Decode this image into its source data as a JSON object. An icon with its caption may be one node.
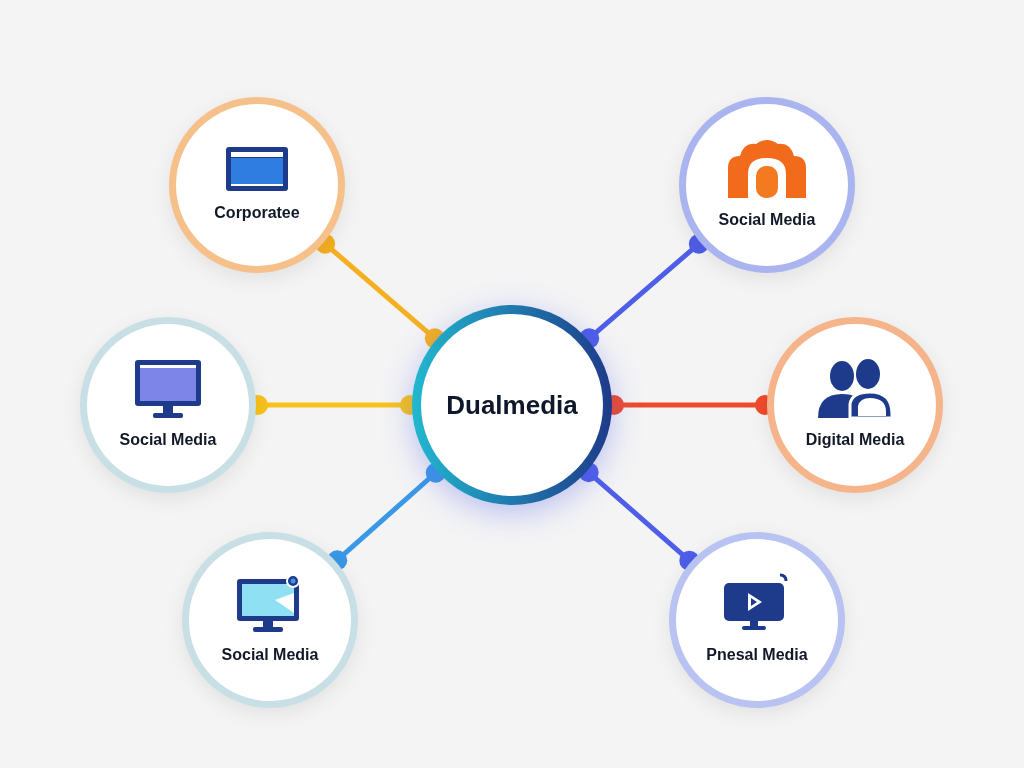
{
  "diagram": {
    "nodes": [
      {
        "text": [
          "Dualmedia"
        ]
      },
      {
        "text": [
          "Corporatee"
        ]
      },
      {
        "text": [
          "Social Media"
        ]
      },
      {
        "text": [
          "Social Media"
        ]
      },
      {
        "text": [
          "Digital Media"
        ]
      },
      {
        "text": [
          "Social Media"
        ]
      },
      {
        "text": [
          "Pnesal Media"
        ]
      }
    ],
    "edges": [
      {
        "from": 0,
        "to": 1,
        "arrow": "other",
        "color": "#f5b021"
      },
      {
        "from": 0,
        "to": 2,
        "arrow": "other",
        "color": "#4f5ee8"
      },
      {
        "from": 0,
        "to": 3,
        "arrow": "other",
        "color": "#f7c21c"
      },
      {
        "from": 0,
        "to": 4,
        "arrow": "other",
        "color": "#f04a2c"
      },
      {
        "from": 0,
        "to": 5,
        "arrow": "other",
        "color": "#3a98e6"
      },
      {
        "from": 0,
        "to": 6,
        "arrow": "other",
        "color": "#4f5ee8"
      }
    ]
  }
}
